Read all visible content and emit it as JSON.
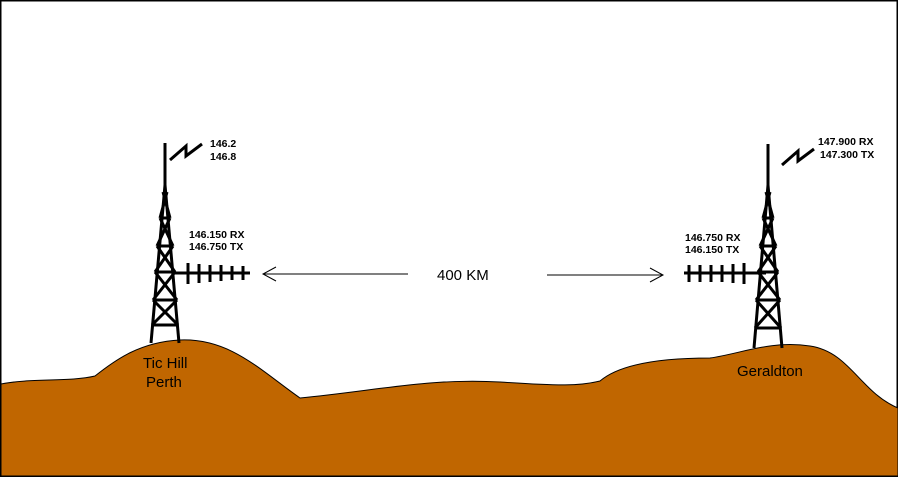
{
  "colors": {
    "ground": "#c06600",
    "tower": "#000000",
    "background": "#ffffff",
    "border": "#000000"
  },
  "left_site": {
    "location_line1": "Tic Hill",
    "location_line2": "Perth",
    "top_freq_1": "146.2",
    "top_freq_2": "146.8",
    "antenna_rx": "146.150 RX",
    "antenna_tx": "146.750 TX"
  },
  "right_site": {
    "location": "Geraldton",
    "top_rx": "147.900 RX",
    "top_tx": "147.300 TX",
    "antenna_rx": "146.750 RX",
    "antenna_tx": "146.150 TX"
  },
  "distance": {
    "label": "400 KM"
  }
}
